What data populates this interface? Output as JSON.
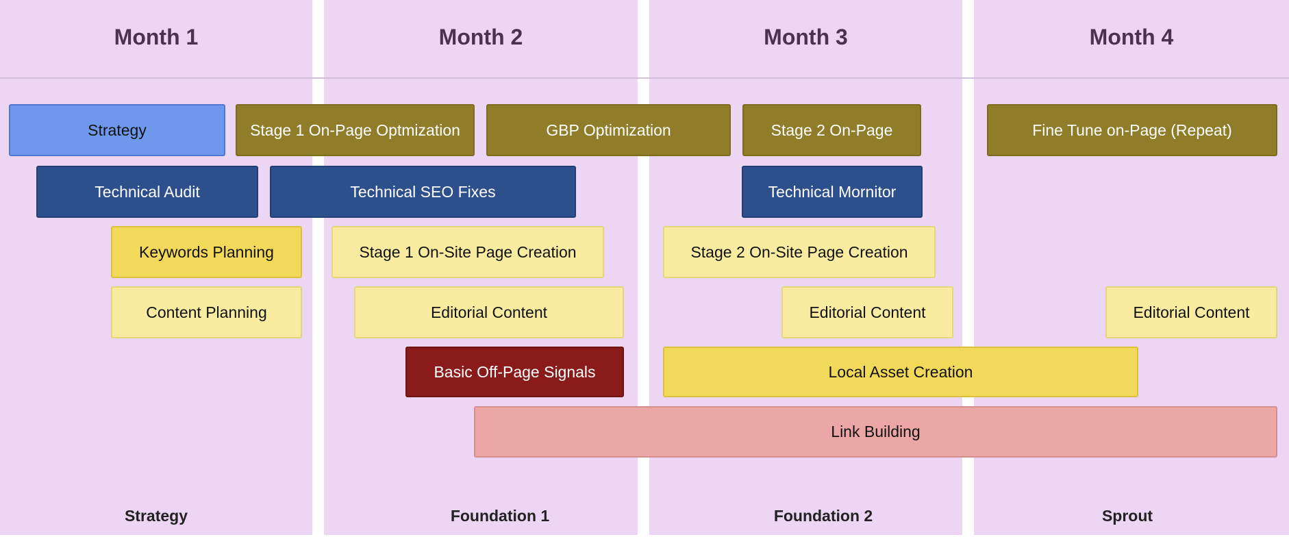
{
  "months": [
    "Month 1",
    "Month 2",
    "Month 3",
    "Month 4"
  ],
  "phases": [
    "Strategy",
    "Foundation 1",
    "Foundation 2",
    "Sprout"
  ],
  "colors": {
    "column_bg": "#ecd6f3",
    "strategy": "#6d98ec",
    "technical": "#2d4f8c",
    "on_page": "#8f7d29",
    "keywords_local": "#f2d95a",
    "content": "#f9eba0",
    "off_page": "#891c1a",
    "link_building": "#eba6a5"
  },
  "tasks": {
    "strategy": "Strategy",
    "stage1_onpage": "Stage 1 On-Page Optmization",
    "gbp": "GBP Optimization",
    "stage2_onpage": "Stage 2 On-Page",
    "fine_tune": "Fine Tune on-Page (Repeat)",
    "tech_audit": "Technical Audit",
    "tech_fixes": "Technical SEO Fixes",
    "tech_monitor": "Technical Mornitor",
    "keywords": "Keywords Planning",
    "stage1_onsite": "Stage 1 On-Site Page Creation",
    "stage2_onsite": "Stage 2 On-Site Page Creation",
    "content_planning": "Content Planning",
    "editorial_1": "Editorial Content",
    "editorial_2": "Editorial Content",
    "editorial_3": "Editorial Content",
    "off_page": "Basic Off-Page Signals",
    "local_asset": "Local Asset Creation",
    "link_building": "Link Building"
  }
}
